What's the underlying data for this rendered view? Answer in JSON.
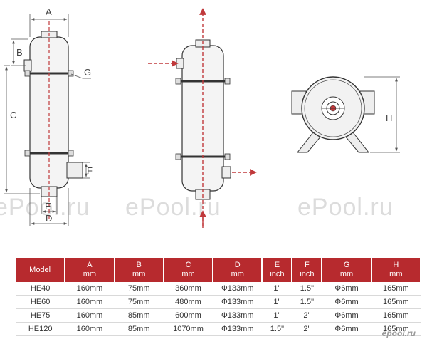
{
  "diagram": {
    "dimension_labels": {
      "a": "A",
      "b": "B",
      "c": "C",
      "d": "D",
      "e": "E",
      "f": "F",
      "g": "G",
      "h": "H"
    },
    "watermarks": [
      "ePool.ru",
      "ePool.ru",
      "ePool.ru"
    ],
    "colors": {
      "flow_arrow": "#c0393b",
      "outline": "#333333",
      "dimension_line": "#555555"
    }
  },
  "table": {
    "headers": [
      {
        "label": "Model",
        "unit": ""
      },
      {
        "label": "A",
        "unit": "mm"
      },
      {
        "label": "B",
        "unit": "mm"
      },
      {
        "label": "C",
        "unit": "mm"
      },
      {
        "label": "D",
        "unit": "mm"
      },
      {
        "label": "E",
        "unit": "inch"
      },
      {
        "label": "F",
        "unit": "inch"
      },
      {
        "label": "G",
        "unit": "mm"
      },
      {
        "label": "H",
        "unit": "mm"
      }
    ],
    "rows": [
      [
        "HE40",
        "160mm",
        "75mm",
        "360mm",
        "Φ133mm",
        "1\"",
        "1.5\"",
        "Φ6mm",
        "165mm"
      ],
      [
        "HE60",
        "160mm",
        "75mm",
        "480mm",
        "Φ133mm",
        "1\"",
        "1.5\"",
        "Φ6mm",
        "165mm"
      ],
      [
        "HE75",
        "160mm",
        "85mm",
        "600mm",
        "Φ133mm",
        "1\"",
        "2\"",
        "Φ6mm",
        "165mm"
      ],
      [
        "HE120",
        "160mm",
        "85mm",
        "1070mm",
        "Φ133mm",
        "1.5\"",
        "2\"",
        "Φ6mm",
        "165mm"
      ]
    ],
    "header_color": "#b72a2e"
  },
  "corner_logo": "epool.ru"
}
